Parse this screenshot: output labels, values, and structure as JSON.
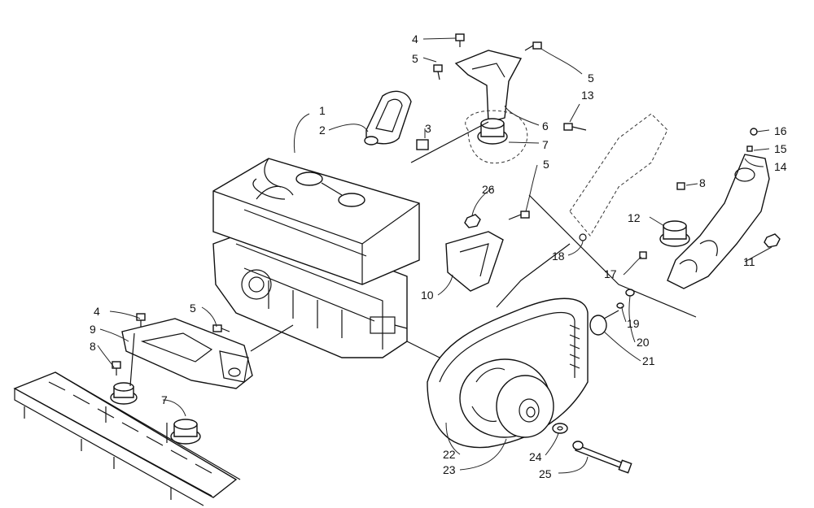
{
  "diagram": {
    "labels": [
      "1",
      "2",
      "3",
      "4",
      "5",
      "6",
      "7",
      "8",
      "9",
      "10",
      "11",
      "12",
      "13",
      "14",
      "15",
      "16",
      "17",
      "18",
      "19",
      "20",
      "21",
      "22",
      "23",
      "24",
      "25",
      "26"
    ]
  }
}
